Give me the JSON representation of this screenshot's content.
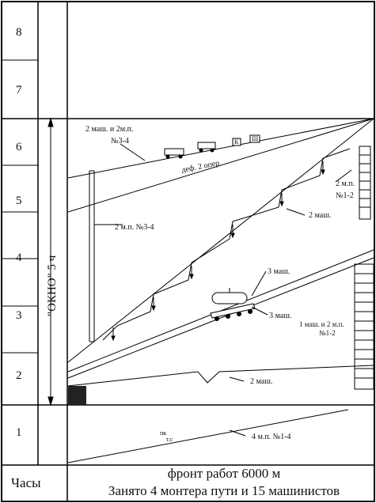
{
  "hour_labels": [
    "8",
    "7",
    "6",
    "5",
    "4",
    "3",
    "2",
    "1"
  ],
  "footer": {
    "hours_label": "Часы",
    "line1": "фронт работ 6000 м",
    "line2": "Занято 4 монтера пути и 15 машинистов"
  },
  "window_label": "\"ОКНО\" 5 ч",
  "annotations": {
    "top_line": "2 маш. и 2м.п.",
    "top_line_num": "№3-4",
    "def": "деф. 2 опер",
    "right_top": "2 м.п.",
    "right_top_num": "№1-2",
    "mid_2mash": "2 маш.",
    "vertical_mp": "2 м.п. №3-4",
    "three_mash_a": "3 маш.",
    "three_mash_b": "3 маш.",
    "right_mid": "1 маш. и 2 м.п.",
    "right_mid_num": "№1-2",
    "lower_2mash": "2 маш.",
    "bottom_label": "4 м.п. №1-4",
    "small_pk": "пк",
    "small_tc": "т.с",
    "box_k": "К",
    "box_sh": "Щ"
  }
}
